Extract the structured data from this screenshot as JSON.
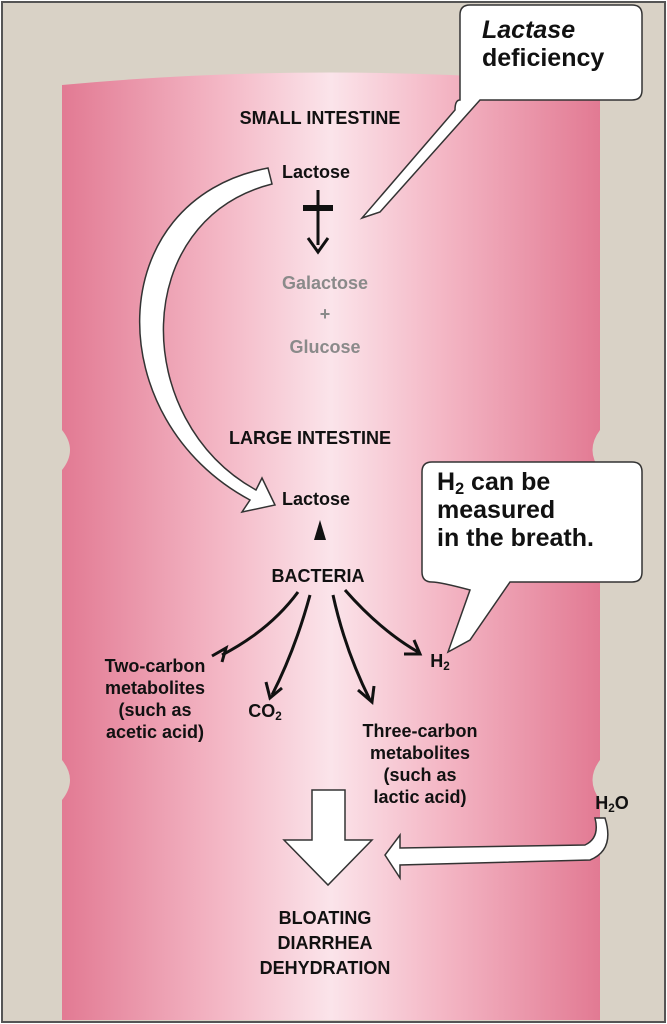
{
  "title_small": "SMALL INTESTINE",
  "title_large": "LARGE INTESTINE",
  "callout_lactase": {
    "line1": "Lactase",
    "line2": "deficiency"
  },
  "callout_h2": {
    "h": "H",
    "sub": "2",
    "line1_rest": " can be",
    "line2": "measured",
    "line3": "in the breath."
  },
  "lactose_top": "Lactose",
  "galactose": "Galactose",
  "plus": "+",
  "glucose": "Glucose",
  "lactose_bottom": "Lactose",
  "bacteria": "BACTERIA",
  "two_carbon": [
    "Two-carbon",
    "metabolites",
    "(such as",
    "acetic acid)"
  ],
  "co2": {
    "base": "CO",
    "sub": "2"
  },
  "three_carbon": [
    "Three-carbon",
    "metabolites",
    "(such as",
    "lactic acid)"
  ],
  "h2": {
    "base": "H",
    "sub": "2"
  },
  "h2o": {
    "base": "H",
    "sub": "2",
    "tail": "O"
  },
  "outcomes": [
    "BLOATING",
    "DIARRHEA",
    "DEHYDRATION"
  ],
  "colors": {
    "background": "#d9d2c6",
    "intestine_edge": "#e07a92",
    "intestine_center": "#fbe3e8"
  }
}
